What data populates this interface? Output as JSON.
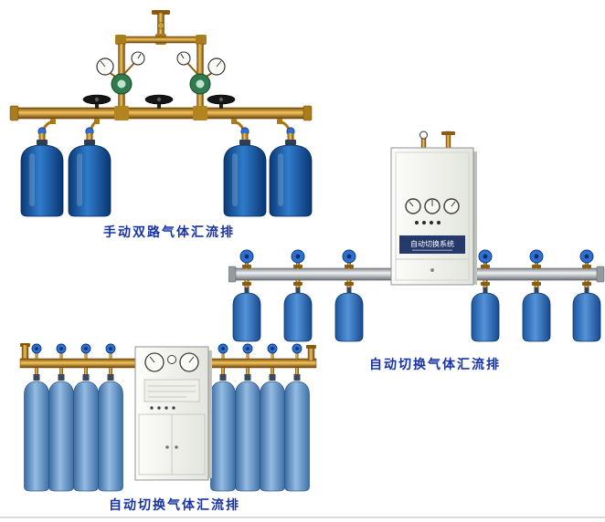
{
  "page": {
    "background": "#ffffff",
    "caption_color": "#1733a6"
  },
  "products": [
    {
      "id": "manual-dual-row-manifold",
      "caption": "手动双路气体汇流排",
      "cylinders": 4
    },
    {
      "id": "auto-switch-manifold-wall-cabinet",
      "caption": "自动切换气体汇流排",
      "cylinders": 6,
      "cabinet_label": "自动切换系统"
    },
    {
      "id": "auto-switch-manifold-floor-cabinet",
      "caption": "自动切换气体汇流排",
      "cylinders": 8
    }
  ],
  "colors": {
    "brass_pipe": "#c08a1e",
    "dark_blue_cylinder": "#1256a8",
    "hanging_cylinder_blue": "#2f74c4",
    "light_blue_cylinder": "#7aa6d4",
    "aluminum_pipe": "#c7cacd",
    "cabinet_body": "#f3f4ef",
    "regulator_green": "#2f7a4e",
    "valve_knob_blue": "#2e6fd0"
  }
}
